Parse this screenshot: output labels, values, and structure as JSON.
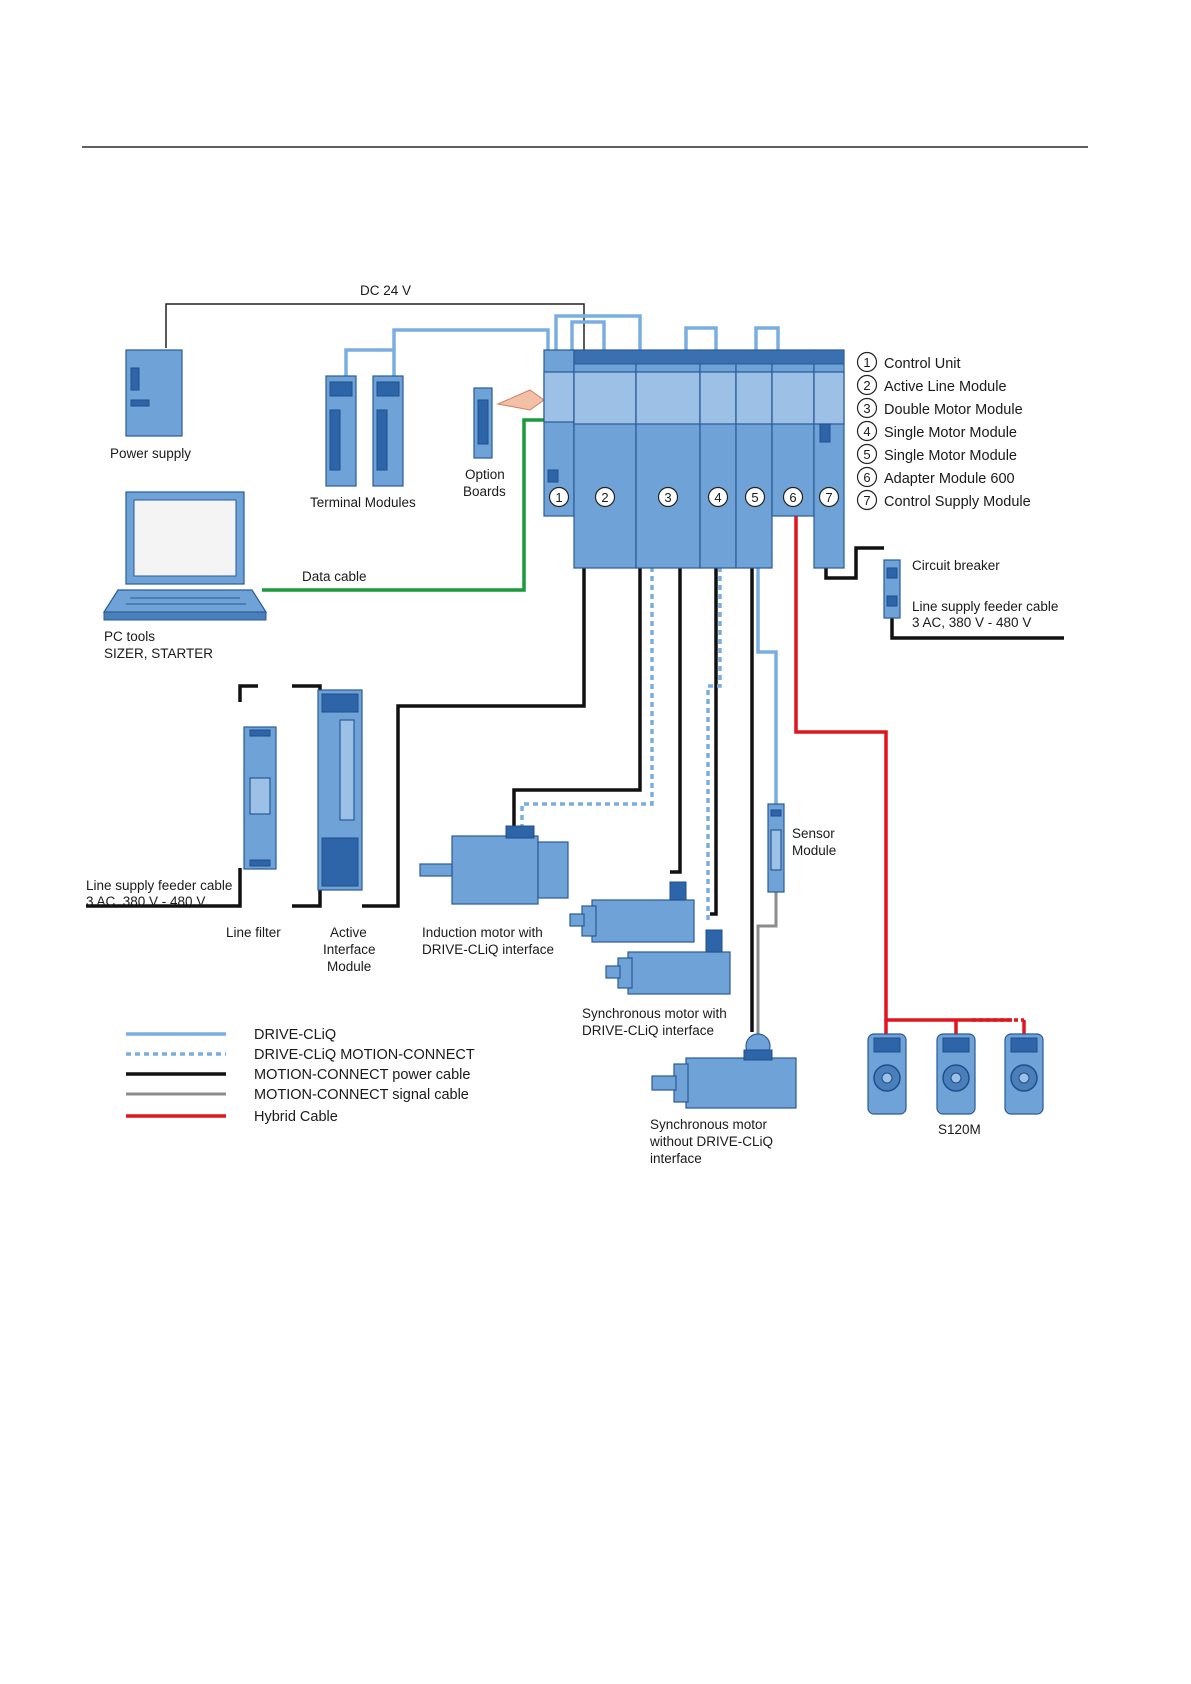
{
  "labels": {
    "dc24v": "DC 24 V",
    "power_supply": "Power supply",
    "terminal_modules": "Terminal Modules",
    "option_boards": [
      "Option",
      "Boards"
    ],
    "data_cable": "Data cable",
    "pc_tools": [
      "PC tools",
      "SIZER, STARTER"
    ],
    "circuit_breaker": "Circuit breaker",
    "feeder_right": [
      "Line supply feeder cable",
      "3 AC, 380 V - 480 V"
    ],
    "feeder_left": [
      "Line supply feeder cable",
      "3 AC, 380 V - 480 V"
    ],
    "line_filter": "Line filter",
    "aim": [
      "Active",
      "Interface",
      "Module"
    ],
    "induction_motor": [
      "Induction motor with",
      "DRIVE-CLiQ interface"
    ],
    "sync_motor_cliq": [
      "Synchronous motor with",
      "DRIVE-CLiQ interface"
    ],
    "sensor_module": [
      "Sensor",
      "Module"
    ],
    "sync_motor_nocliq": [
      "Synchronous motor",
      "without DRIVE-CLiQ",
      "interface"
    ],
    "s120m": "S120M"
  },
  "module_numbers": [
    "1",
    "2",
    "3",
    "4",
    "5",
    "6",
    "7"
  ],
  "key": [
    {
      "num": "1",
      "text": "Control Unit"
    },
    {
      "num": "2",
      "text": "Active Line Module"
    },
    {
      "num": "3",
      "text": "Double Motor  Module"
    },
    {
      "num": "4",
      "text": "Single Motor  Module"
    },
    {
      "num": "5",
      "text": "Single Motor  Module"
    },
    {
      "num": "6",
      "text": "Adapter Module 600"
    },
    {
      "num": "7",
      "text": "Control Supply Module"
    }
  ],
  "legend": [
    {
      "style": "drive-cliq",
      "text": "DRIVE-CLiQ",
      "color": "#7aaee0"
    },
    {
      "style": "drive-cliq-motion-connect",
      "text": "DRIVE-CLiQ MOTION-CONNECT",
      "color": "#7aaee0"
    },
    {
      "style": "power-cable",
      "text": "MOTION-CONNECT power cable",
      "color": "#111111"
    },
    {
      "style": "signal-cable",
      "text": "MOTION-CONNECT signal cable",
      "color": "#8c8c8c"
    },
    {
      "style": "hybrid-cable",
      "text": "Hybrid Cable",
      "color": "#e0151d"
    }
  ]
}
